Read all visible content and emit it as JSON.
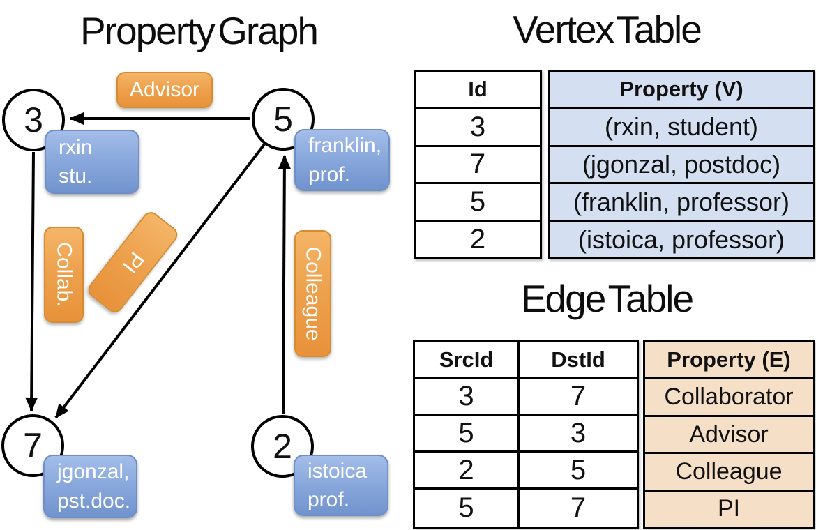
{
  "graph": {
    "title": "Property Graph",
    "nodes": [
      {
        "id": "3",
        "prop_line1": "rxin",
        "prop_line2": "stu."
      },
      {
        "id": "5",
        "prop_line1": "franklin,",
        "prop_line2": "prof."
      },
      {
        "id": "7",
        "prop_line1": "jgonzal,",
        "prop_line2": "pst.doc."
      },
      {
        "id": "2",
        "prop_line1": "istoica",
        "prop_line2": "prof."
      }
    ],
    "edge_labels": {
      "advisor": "Advisor",
      "collab": "Collab.",
      "pi": "PI",
      "colleague": "Colleague"
    }
  },
  "vertex_table": {
    "title": "Vertex Table",
    "headers": {
      "id": "Id",
      "property": "Property (V)"
    },
    "rows": [
      {
        "id": "3",
        "property": "(rxin, student)"
      },
      {
        "id": "7",
        "property": "(jgonzal, postdoc)"
      },
      {
        "id": "5",
        "property": "(franklin, professor)"
      },
      {
        "id": "2",
        "property": "(istoica, professor)"
      }
    ]
  },
  "edge_table": {
    "title": "Edge Table",
    "headers": {
      "src": "SrcId",
      "dst": "DstId",
      "property": "Property (E)"
    },
    "rows": [
      {
        "src": "3",
        "dst": "7",
        "property": "Collaborator"
      },
      {
        "src": "5",
        "dst": "3",
        "property": "Advisor"
      },
      {
        "src": "2",
        "dst": "5",
        "property": "Colleague"
      },
      {
        "src": "5",
        "dst": "7",
        "property": "PI"
      }
    ]
  },
  "colors": {
    "edge_label_orange_top": "#f4b567",
    "edge_label_orange_bottom": "#e8923a",
    "vertex_label_blue_top": "#a4bde9",
    "vertex_label_blue_bottom": "#7193cd",
    "vertex_property_column_bg": "#d5dff2",
    "edge_property_column_bg": "#f5dfc7",
    "line_color": "#000000"
  }
}
